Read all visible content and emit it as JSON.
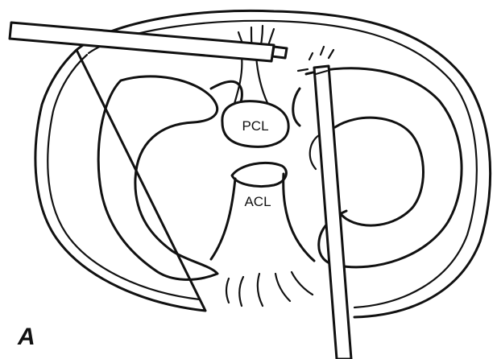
{
  "figure": {
    "panel_letter": "A",
    "labels": {
      "pcl": "PCL",
      "acl": "ACL"
    },
    "colors": {
      "ink": "#111111",
      "background": "#ffffff"
    }
  }
}
